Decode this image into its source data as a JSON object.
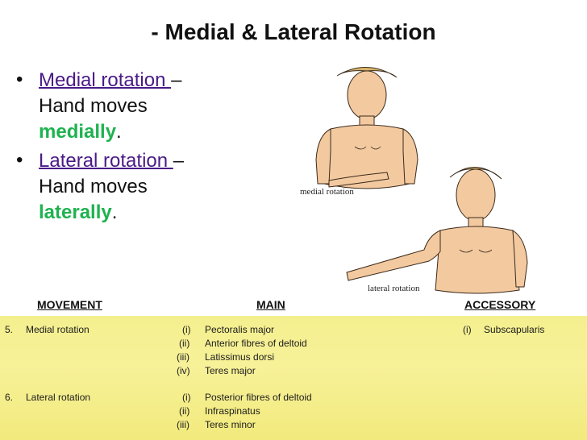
{
  "title": "- Medial & Lateral Rotation",
  "bullets": [
    {
      "term": "Medial rotation ",
      "dash": "–",
      "line2": "Hand moves",
      "emph": "medially",
      "end": "."
    },
    {
      "term": "Lateral rotation ",
      "dash": "–",
      "line2": "Hand moves",
      "emph": "laterally",
      "end": "."
    }
  ],
  "figures": {
    "medial_caption": "medial rotation",
    "lateral_caption": "lateral rotation"
  },
  "table_headers": {
    "movement": "MOVEMENT",
    "main": "MAIN",
    "accessory": "ACCESSORY"
  },
  "table": {
    "rows": [
      {
        "number": "5.",
        "movement": "Medial rotation",
        "main": [
          {
            "roman": "(i)",
            "muscle": "Pectoralis major"
          },
          {
            "roman": "(ii)",
            "muscle": "Anterior fibres of deltoid"
          },
          {
            "roman": "(iii)",
            "muscle": "Latissimus dorsi"
          },
          {
            "roman": "(iv)",
            "muscle": "Teres major"
          }
        ],
        "accessory": [
          {
            "roman": "(i)",
            "muscle": "Subscapularis"
          }
        ]
      },
      {
        "number": "6.",
        "movement": "Lateral rotation",
        "main": [
          {
            "roman": "(i)",
            "muscle": "Posterior fibres of deltoid"
          },
          {
            "roman": "(ii)",
            "muscle": "Infraspinatus"
          },
          {
            "roman": "(iii)",
            "muscle": "Teres minor"
          }
        ],
        "accessory": []
      }
    ]
  }
}
